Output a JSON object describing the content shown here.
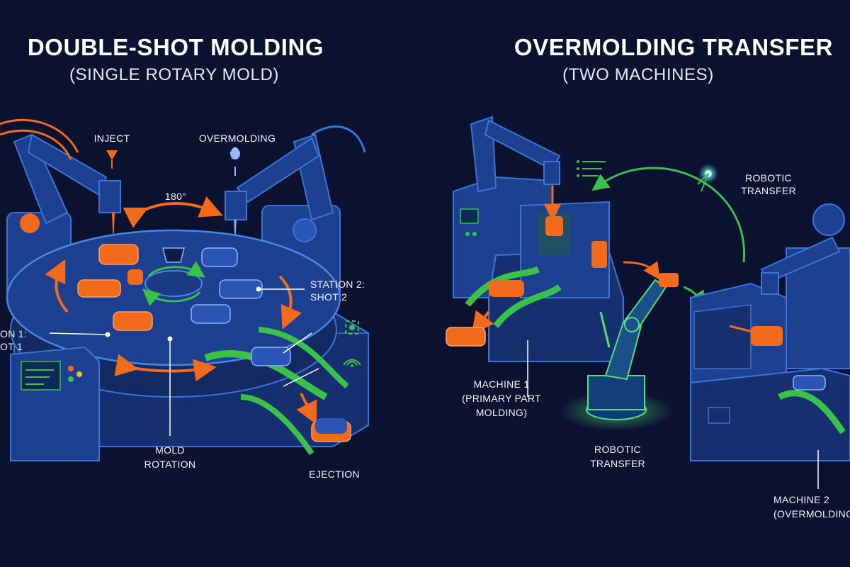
{
  "left_panel": {
    "title": "DOUBLE-SHOT MOLDING",
    "subtitle": "(SINGLE ROTARY MOLD)",
    "labels": {
      "inject": "INJECT",
      "overmolding": "OVERMOLDING",
      "rotation_angle": "180°",
      "station_2_line1": "STATION 2:",
      "station_2_line2": "SHOT 2",
      "station_1_line1": "ON 1:",
      "station_1_line2": "OT 1",
      "mold_rotation_line1": "MOLD",
      "mold_rotation_line2": "ROTATION",
      "ejection": "EJECTION"
    }
  },
  "right_panel": {
    "title": "OVERMOLDING TRANSFER",
    "subtitle": "(TWO MACHINES)",
    "labels": {
      "robotic_transfer_top_line1": "ROBOTIC",
      "robotic_transfer_top_line2": "TRANSFER",
      "machine_1_line1": "MACHINE 1",
      "machine_1_line2": "(PRIMARY PART",
      "machine_1_line3": "MOLDING)",
      "robotic_transfer_bottom_line1": "ROBOTIC",
      "robotic_transfer_bottom_line2": "TRANSFER",
      "machine_2_line1": "MACHINE 2",
      "machine_2_line2": "(OVERMOLDING"
    }
  },
  "colors": {
    "background": "#0b1230",
    "machine_blue": "#1d3f8f",
    "machine_edge": "#3a74d6",
    "part_orange": "#f26a1b",
    "conveyor_green": "#39c14a",
    "robot_glow": "#52e07a",
    "text": "#ffffff"
  }
}
